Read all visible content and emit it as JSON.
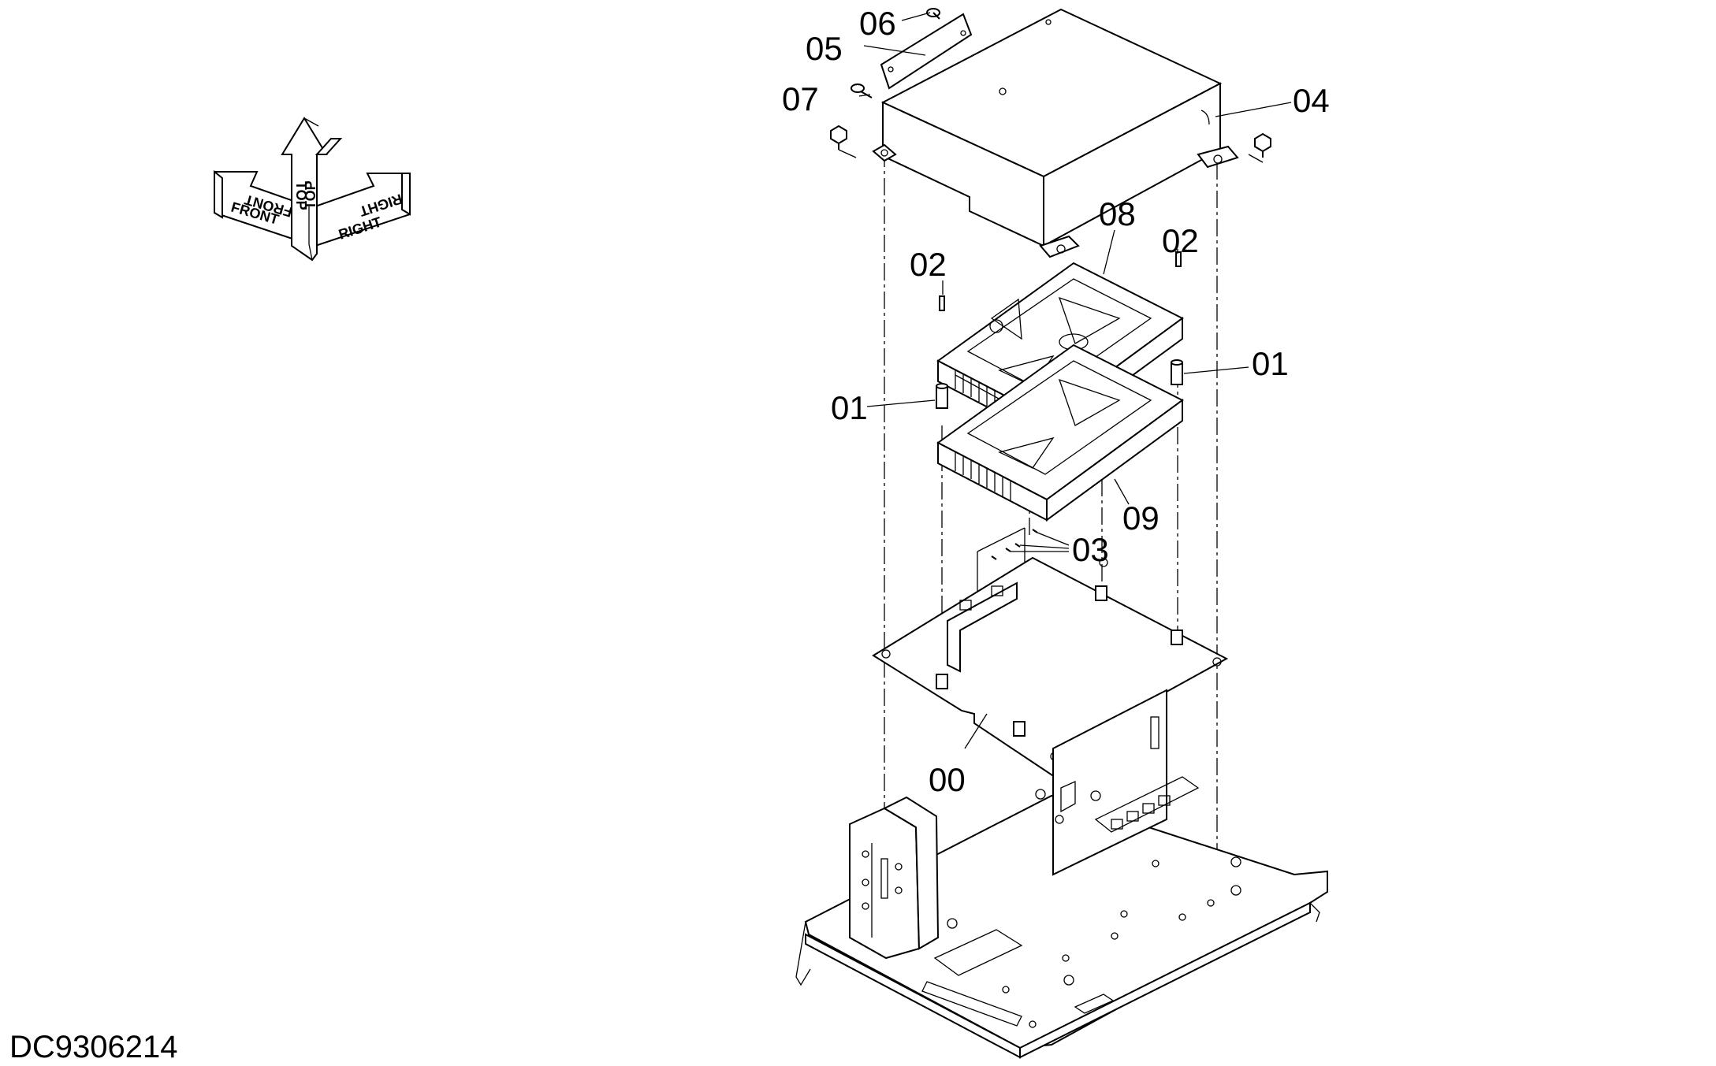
{
  "document_id": "DC9306214",
  "orientation": {
    "front": "FRONT",
    "top": "TOP",
    "right": "RIGHT"
  },
  "callouts": {
    "c00": "00",
    "c01_left": "01",
    "c01_right": "01",
    "c02_left": "02",
    "c02_right": "02",
    "c03": "03",
    "c04": "04",
    "c05": "05",
    "c06": "06",
    "c07": "07",
    "c08": "08",
    "c09": "09"
  }
}
